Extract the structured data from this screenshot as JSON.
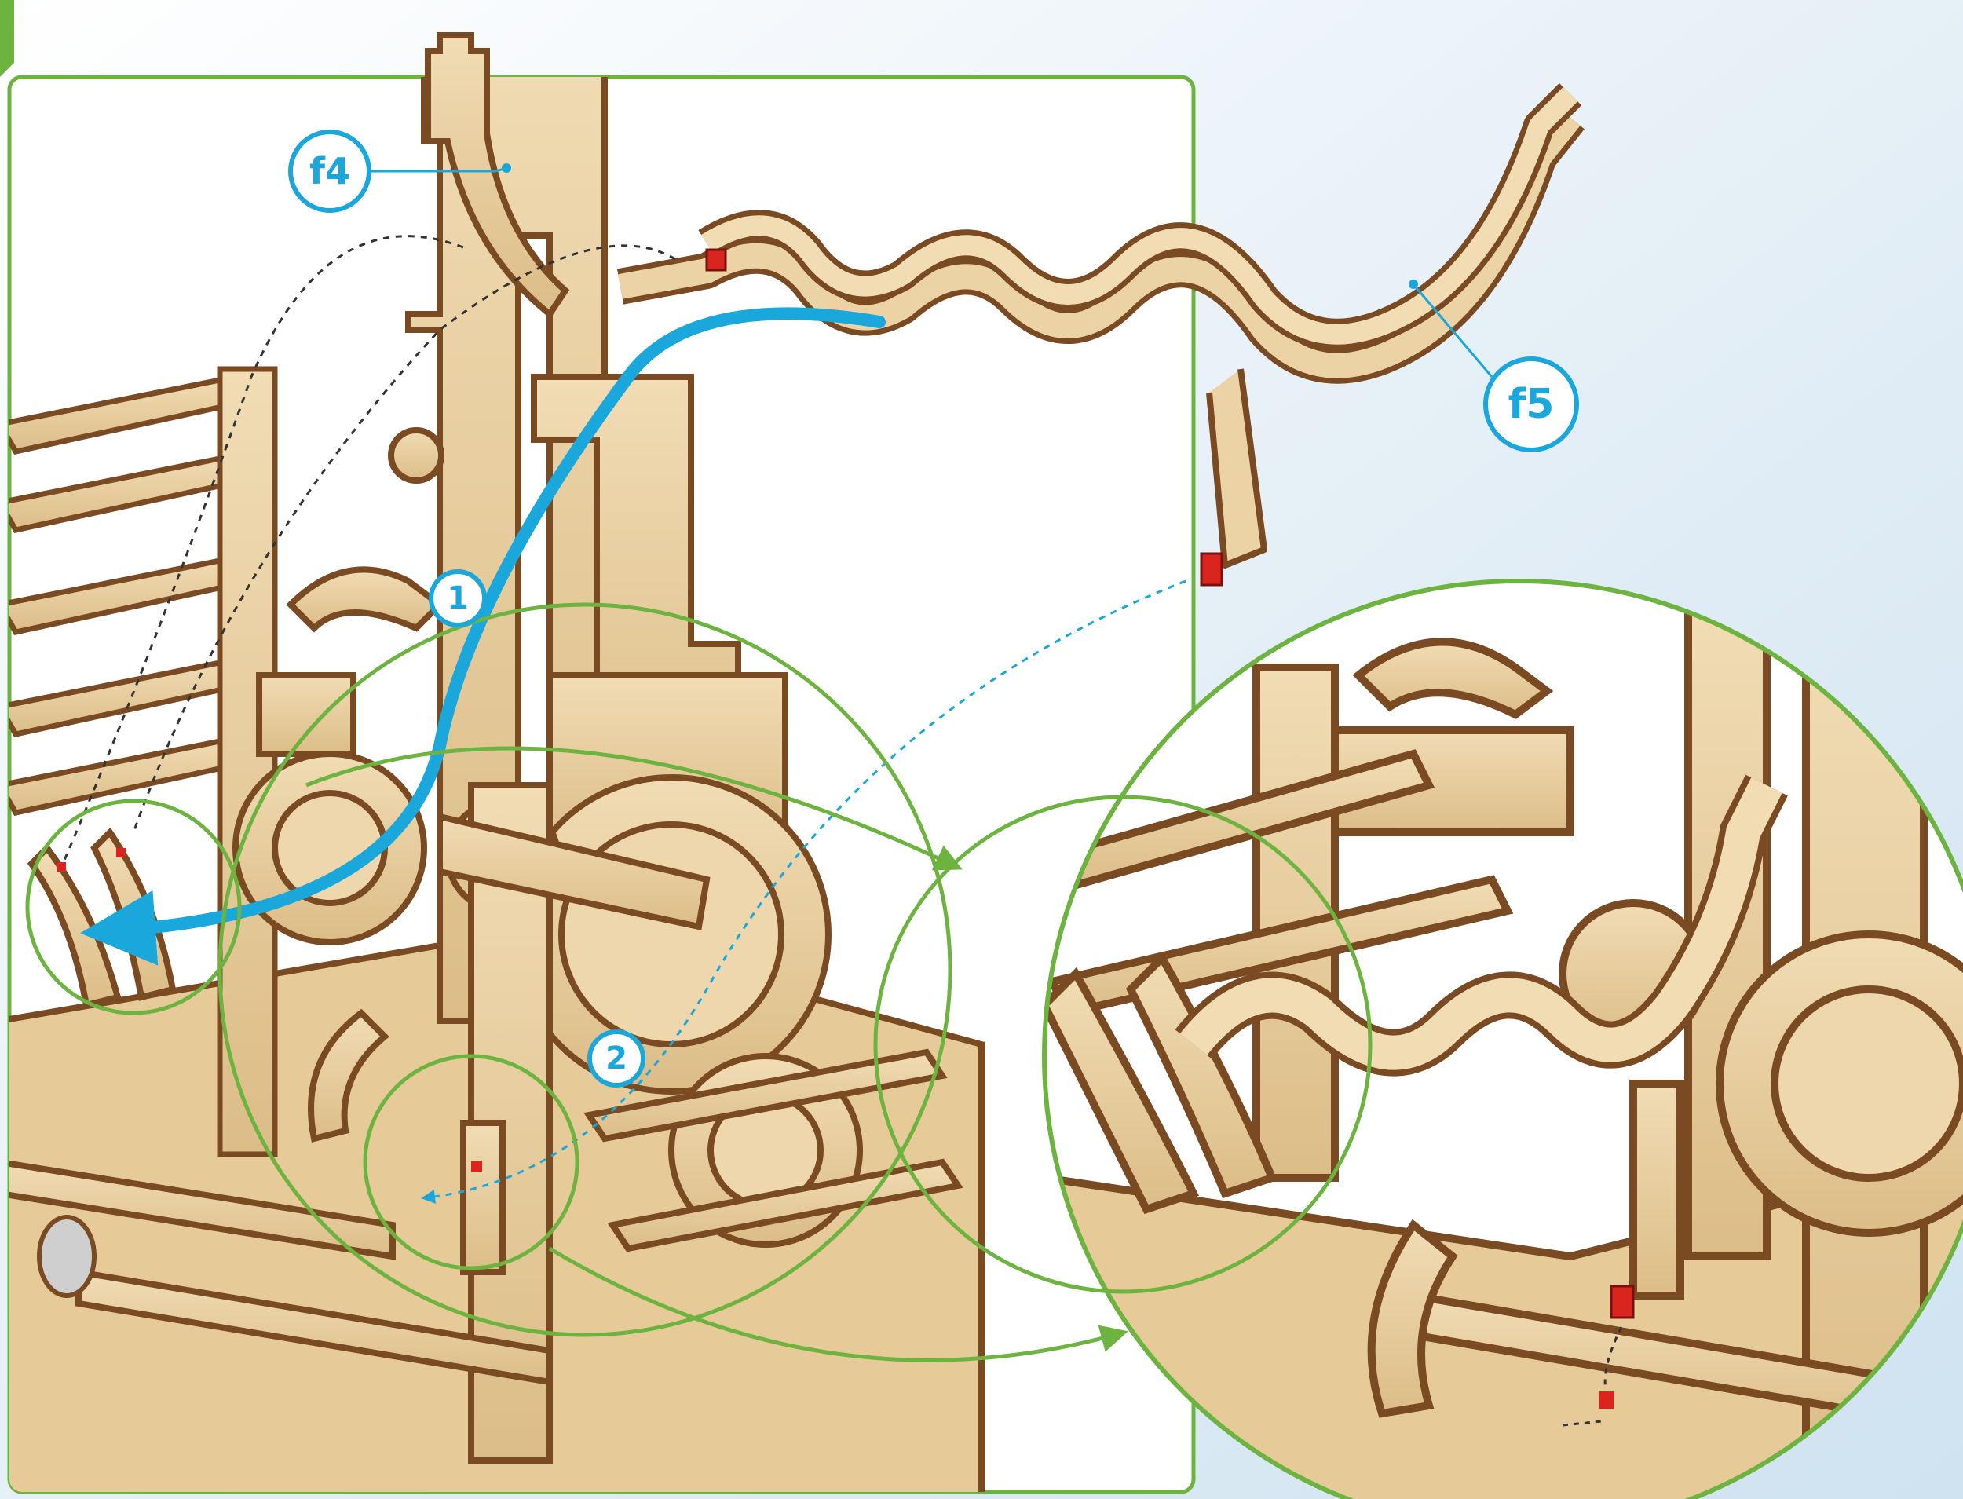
{
  "callouts": {
    "f4": "f4",
    "f5": "f5"
  },
  "steps": {
    "one": "1",
    "two": "2"
  },
  "colors": {
    "background_top": "#d6e8f4",
    "background_bottom": "#ffffff",
    "frame_green": "#6db33f",
    "callout_blue": "#1aa7dc",
    "wood_light": "#e8cfa3",
    "wood_mid": "#d4b27c",
    "wood_dark": "#7a4a22",
    "connector_red": "#d9251d"
  },
  "icons": {
    "arrow": "arrow-icon",
    "connector": "red-connector-icon"
  }
}
